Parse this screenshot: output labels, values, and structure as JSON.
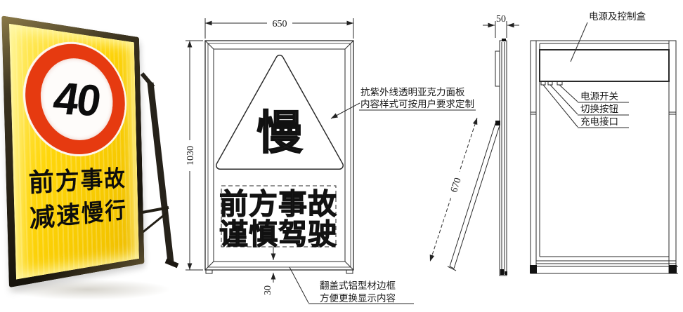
{
  "photo": {
    "speed_value": "40",
    "line1": "前方事故",
    "line2": "减速慢行",
    "colors": {
      "panel_yellow": "#ffd60a",
      "ring_red": "#e63a10",
      "frame_dark": "#221d12"
    }
  },
  "front_view": {
    "width_dim": "650",
    "height_dim": "1030",
    "frame_dim": "30",
    "triangle_char": "慢",
    "display_line1": "前方事故",
    "display_line2": "谨慎驾驶",
    "panel_note_line1": "抗紫外线透明亚克力面板",
    "panel_note_line2": "内容样式可按用户要求定制",
    "frame_note_line1": "翻盖式铝型材边框",
    "frame_note_line2": "方便更换显示内容"
  },
  "side_view": {
    "thickness_dim": "50",
    "leg_dim": "670"
  },
  "back_view": {
    "control_box_label": "电源及控制盒",
    "port_labels": [
      "电源开关",
      "切换按钮",
      "充电接口"
    ]
  }
}
